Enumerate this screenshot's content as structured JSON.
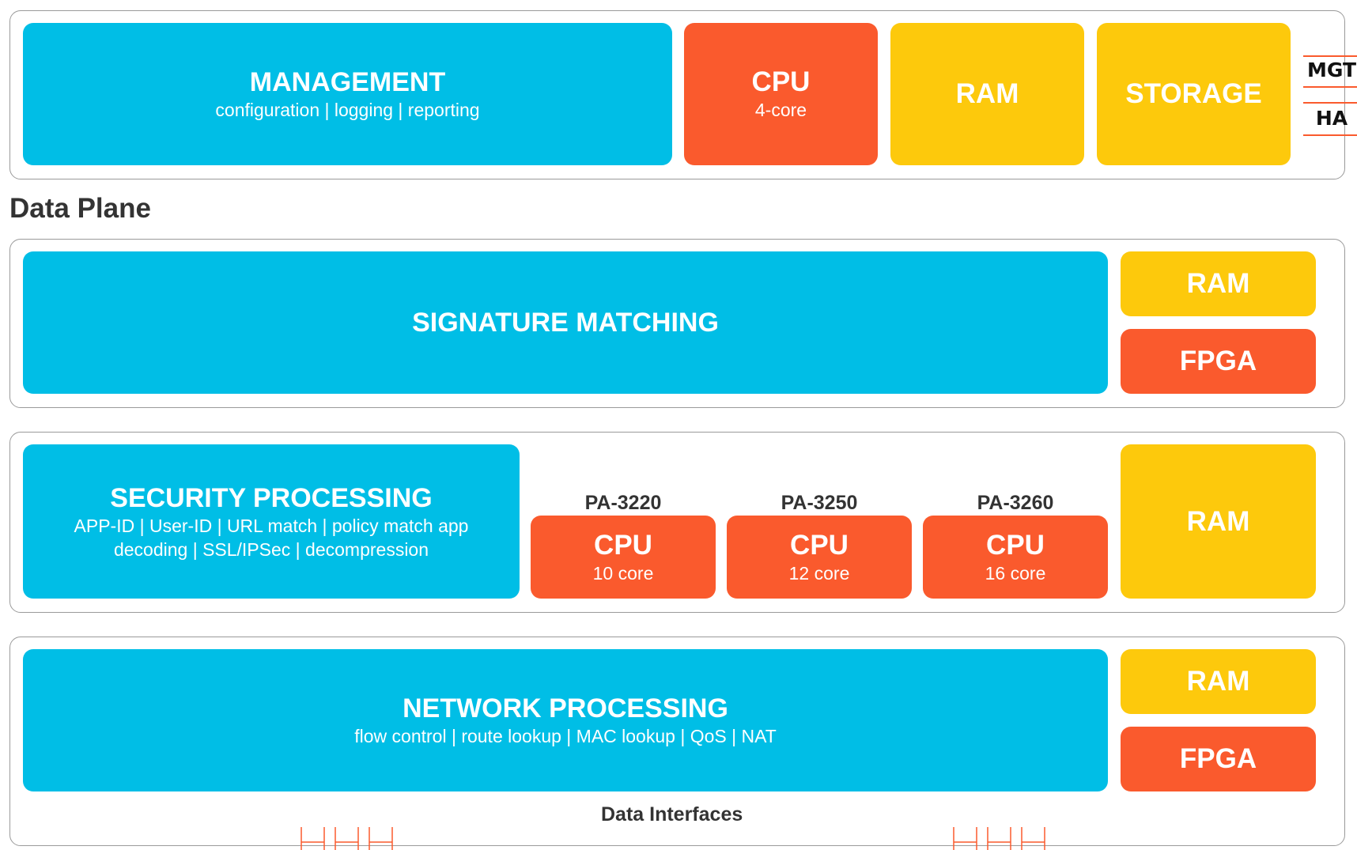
{
  "management": {
    "title": "MANAGEMENT",
    "subtitle": "configuration | logging | reporting",
    "cpu": {
      "title": "CPU",
      "detail": "4-core"
    },
    "ram": "RAM",
    "storage": "STORAGE",
    "ports": [
      "MGT",
      "HA"
    ]
  },
  "data_plane": {
    "heading": "Data Plane",
    "signature": {
      "title": "SIGNATURE MATCHING",
      "ram": "RAM",
      "fpga": "FPGA"
    },
    "security": {
      "title": "SECURITY PROCESSING",
      "line1": "APP-ID | User-ID | URL match | policy match app",
      "line2": "decoding | SSL/IPSec | decompression",
      "models": [
        {
          "model": "PA-3220",
          "cpu": "CPU",
          "cores": "10 core"
        },
        {
          "model": "PA-3250",
          "cpu": "CPU",
          "cores": "12 core"
        },
        {
          "model": "PA-3260",
          "cpu": "CPU",
          "cores": "16 core"
        }
      ],
      "ram": "RAM"
    },
    "network": {
      "title": "NETWORK PROCESSING",
      "subtitle": "flow control | route lookup | MAC lookup | QoS | NAT",
      "ram": "RAM",
      "fpga": "FPGA",
      "interfaces_label": "Data Interfaces"
    }
  },
  "colors": {
    "blue": "#00bee6",
    "orange": "#fa5a2d",
    "yellow": "#fdc90c",
    "text_dark": "#333333",
    "frame": "#9a9a9a"
  }
}
